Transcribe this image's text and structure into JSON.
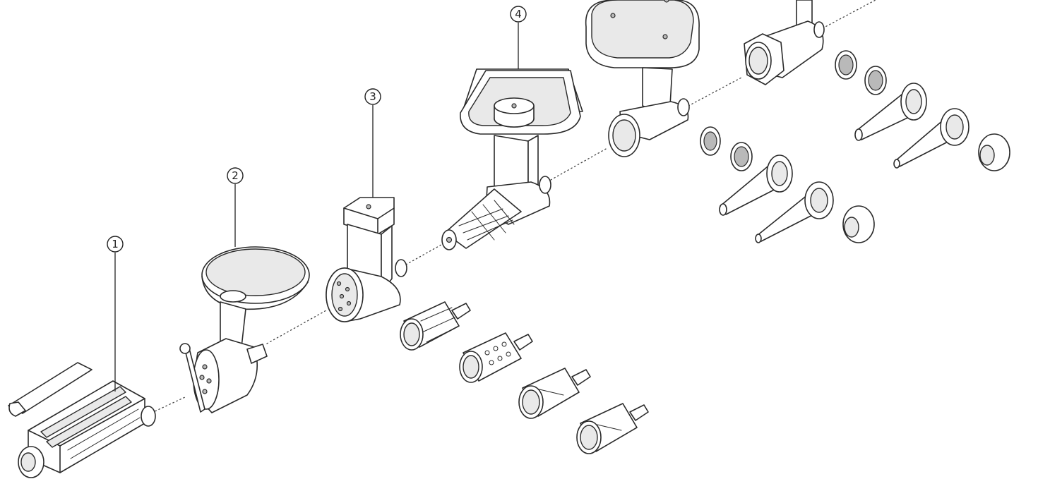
{
  "diagram": {
    "type": "exploded-parts-illustration",
    "colors": {
      "line": "#2a2a2a",
      "background": "#ffffff",
      "shade": "#e9e9e9"
    },
    "callouts": [
      {
        "id": "c1",
        "label": "1"
      },
      {
        "id": "c2",
        "label": "2"
      },
      {
        "id": "c3",
        "label": "3"
      },
      {
        "id": "c4",
        "label": "4"
      }
    ]
  }
}
